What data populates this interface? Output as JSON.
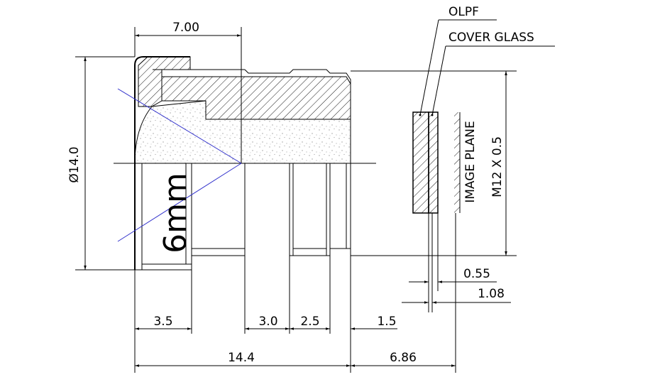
{
  "labels": {
    "olpf": "OLPF",
    "cover_glass": "COVER GLASS",
    "image_plane": "IMAGE PLANE",
    "thread": "M12 X 0.5",
    "diameter": "Ø14.0",
    "focal_length": "6mm"
  },
  "dimensions": {
    "top_width": "7.00",
    "front_length": "3.5",
    "groove_1": "3.0",
    "groove_2": "2.5",
    "rear_step": "1.5",
    "total_length": "14.4",
    "back_focus": "6.86",
    "olpf_thickness": "0.55",
    "glass_thickness": "1.08"
  },
  "colors": {
    "line": "#000000",
    "ray": "#3333cc",
    "fill_speckle": "#888888"
  }
}
